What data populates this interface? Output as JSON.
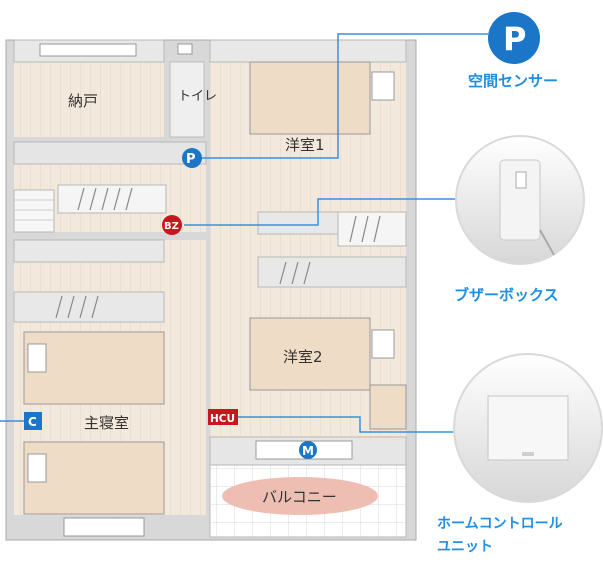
{
  "rooms": {
    "nando": "納戸",
    "toilet": "トイレ",
    "western1": "洋室1",
    "western2": "洋室2",
    "master": "主寝室",
    "balcony": "バルコニー"
  },
  "markers": {
    "p_sensor": "P",
    "buzzer": "BZ",
    "hcu": "HCU",
    "c": "C",
    "m": "M"
  },
  "callouts": {
    "space_sensor": "空間センサー",
    "buzzer_box": "ブザーボックス",
    "home_control_unit_line1": "ホームコントロール",
    "home_control_unit_line2": "ユニット"
  },
  "colors": {
    "accent": "#1e8fe3",
    "marker_blue": "#1b76c8",
    "marker_red": "#c8161d",
    "wall": "#c9c9c9",
    "floor": "#f2e6da",
    "furniture": "#efe1cf"
  }
}
